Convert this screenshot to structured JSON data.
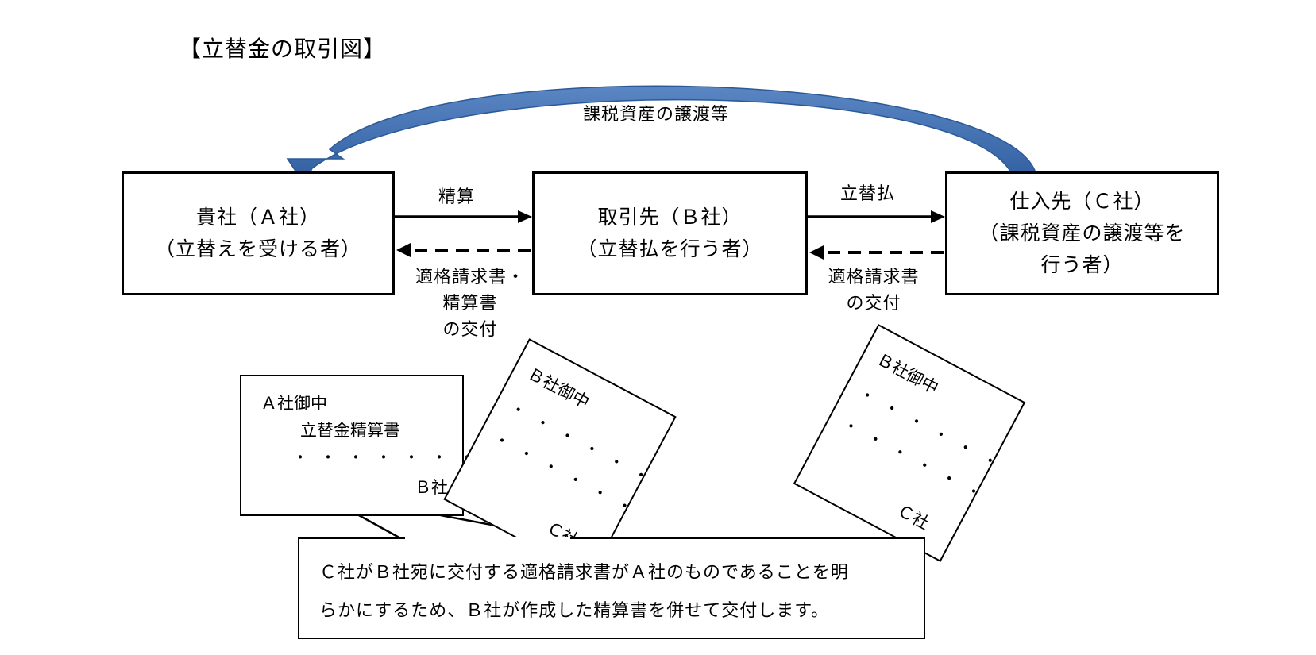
{
  "title": "【立替金の取引図】",
  "top_arrow_label": "課税資産の譲渡等",
  "nodes": {
    "a": {
      "line1": "貴社（Ａ社）",
      "line2": "（立替えを受ける者）"
    },
    "b": {
      "line1": "取引先（Ｂ社）",
      "line2": "（立替払を行う者）"
    },
    "c": {
      "line1": "仕入先（Ｃ社）",
      "line2": "（課税資産の譲渡等を",
      "line3": "行う者）"
    }
  },
  "edges": {
    "a_to_b": "精算",
    "b_to_c": "立替払",
    "b_to_a": [
      "適格請求書・",
      "精算書",
      "の交付"
    ],
    "c_to_b": [
      "適格請求書",
      "の交付"
    ]
  },
  "documents": {
    "settlement": {
      "addressee": "Ａ社御中",
      "title": "立替金精算書",
      "dots": "・・・・・・・",
      "issuer": "Ｂ社"
    },
    "invoice_middle": {
      "addressee": "Ｂ社御中",
      "dots1": "・・・・・・",
      "dots2": "・・・・・・",
      "issuer": "Ｃ社"
    },
    "invoice_right": {
      "addressee": "Ｂ社御中",
      "dots1": "・・・・・・",
      "dots2": "・・・・・・",
      "issuer": "Ｃ社"
    }
  },
  "callout": {
    "line1": "Ｃ社がＢ社宛に交付する適格請求書がＡ社のものであることを明",
    "line2": "らかにするため、Ｂ社が作成した精算書を併せて交付します。"
  },
  "colors": {
    "big_arrow": "#3e6fb0",
    "big_arrow_dark": "#2c5a98",
    "stroke": "#000000"
  }
}
